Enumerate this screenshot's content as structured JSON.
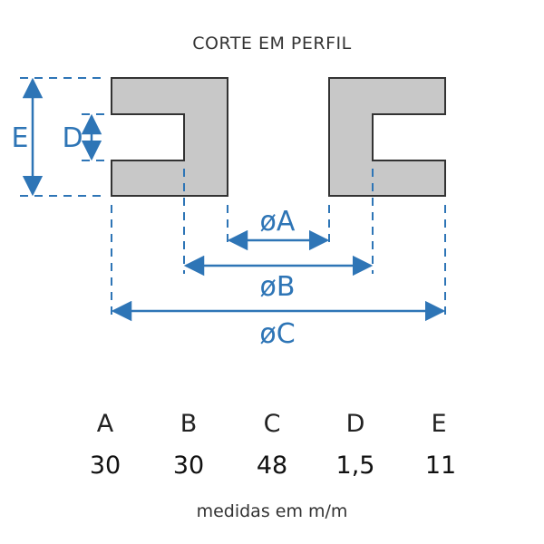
{
  "title": "CORTE EM PERFIL",
  "dimension_labels": {
    "A": "øA",
    "B": "øB",
    "C": "øC",
    "D": "D",
    "E": "E"
  },
  "table": {
    "headers": [
      "A",
      "B",
      "C",
      "D",
      "E"
    ],
    "values": [
      "30",
      "30",
      "48",
      "1,5",
      "11"
    ]
  },
  "footer": "medidas em m/m",
  "colors": {
    "dimension": "#2e75b6",
    "section_fill": "#c8c8c8",
    "section_stroke": "#333333"
  }
}
